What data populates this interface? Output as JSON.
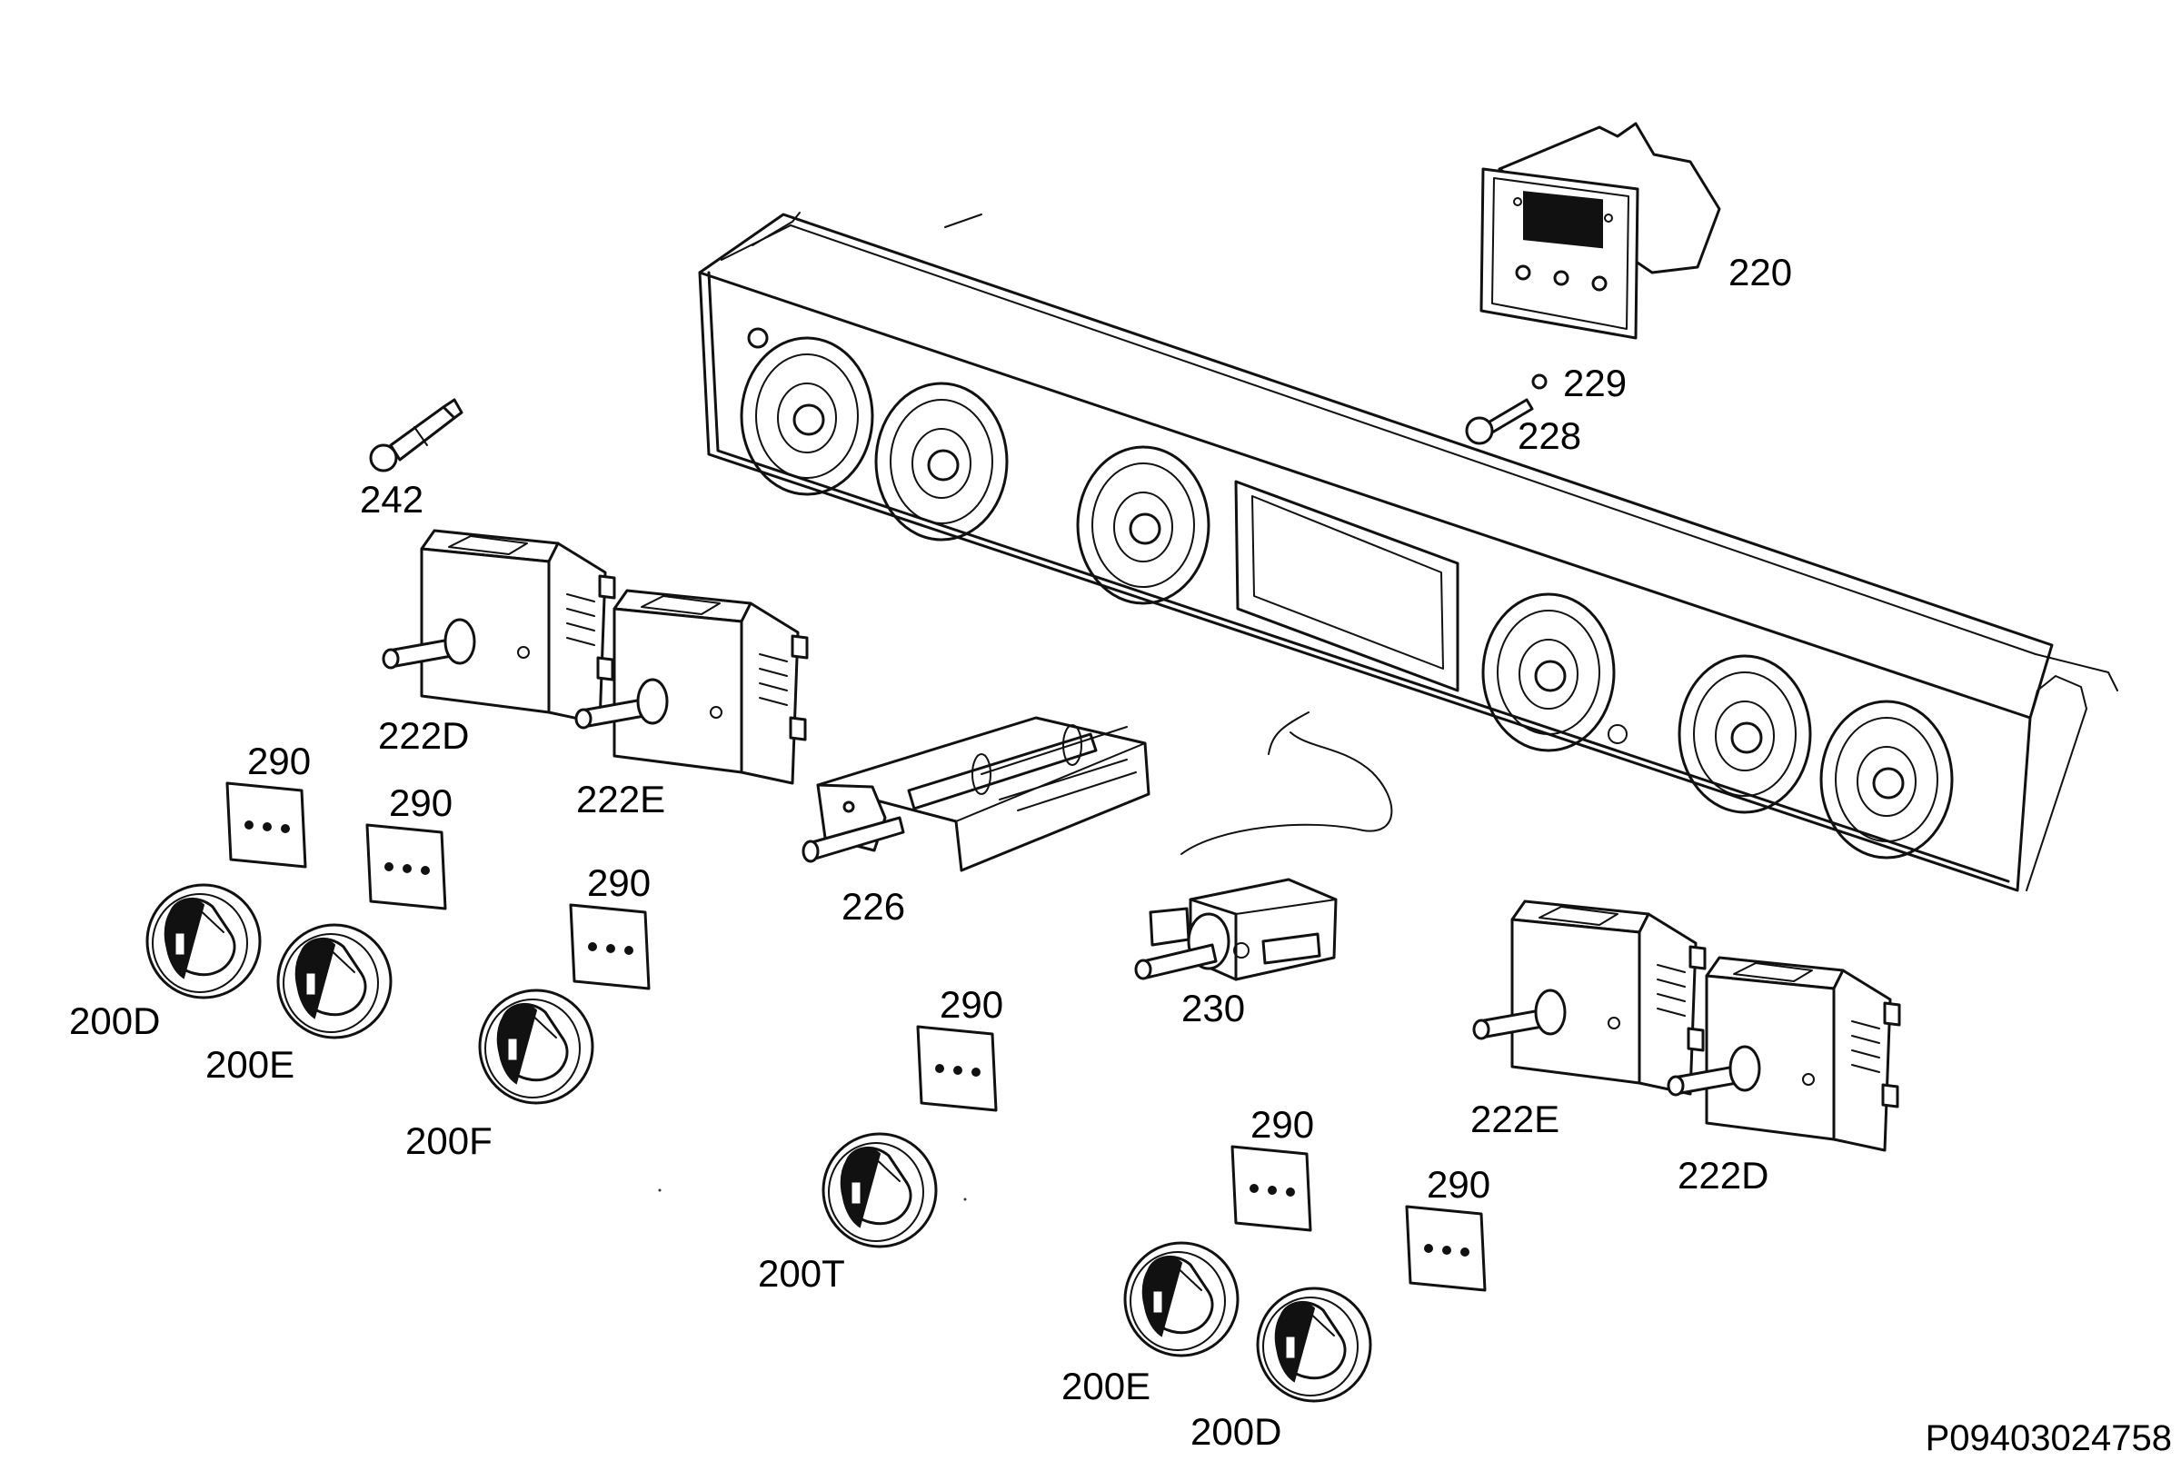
{
  "diagram": {
    "reference_code": "P09403024758",
    "parts": {
      "p220": "220",
      "p229": "229",
      "p228": "228",
      "p242": "242",
      "p222D_left": "222D",
      "p222E_left": "222E",
      "p226": "226",
      "p230": "230",
      "p222E_right": "222E",
      "p222D_right": "222D",
      "p290_a": "290",
      "p290_b": "290",
      "p290_c": "290",
      "p290_d": "290",
      "p290_e": "290",
      "p290_f": "290",
      "p200D_left": "200D",
      "p200E_left": "200E",
      "p200F": "200F",
      "p200T": "200T",
      "p200E_right": "200E",
      "p200D_right": "200D"
    }
  }
}
